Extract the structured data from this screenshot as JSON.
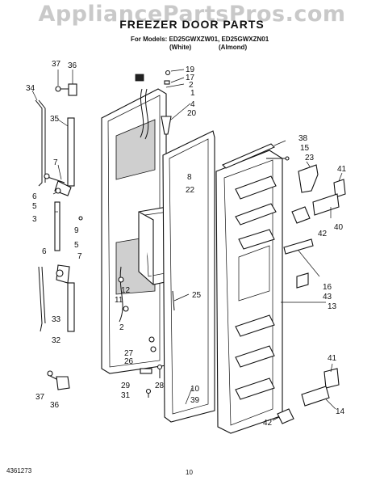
{
  "watermark": "AppliancePartsPros.com",
  "title": "FREEZER DOOR PARTS",
  "models_line": "For Models: ED25GWXZW01, ED25GWXZN01",
  "color_white": "(White)",
  "color_almond": "(Almond)",
  "doc_number": "4361273",
  "page_number": "10",
  "callouts": [
    "37",
    "36",
    "34",
    "35",
    "7",
    "6",
    "5",
    "3",
    "9",
    "5",
    "6",
    "7",
    "33",
    "32",
    "37",
    "36",
    "19",
    "17",
    "2",
    "1",
    "4",
    "20",
    "8",
    "22",
    "12",
    "11",
    "2",
    "25",
    "27",
    "26",
    "29",
    "31",
    "28",
    "10",
    "39",
    "38",
    "15",
    "23",
    "41",
    "40",
    "42",
    "16",
    "43",
    "13",
    "41",
    "14",
    "42"
  ]
}
